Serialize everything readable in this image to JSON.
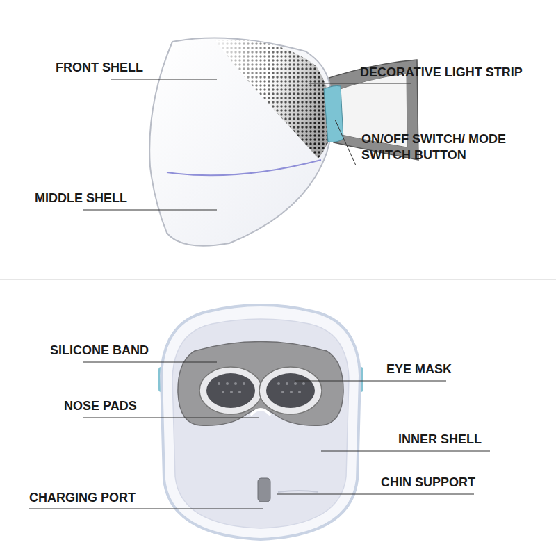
{
  "diagram": {
    "labels": [
      "FRONT SHELL",
      "DECORATIVE LIGHT STRIP",
      "ON/OFF SWITCH/ MODE SWITCH BUTTON",
      "MIDDLE SHELL",
      "SILICONE BAND",
      "EYE MASK",
      "NOSE PADS",
      "INNER SHELL",
      "CHIN SUPPORT",
      "CHARGING PORT"
    ]
  }
}
